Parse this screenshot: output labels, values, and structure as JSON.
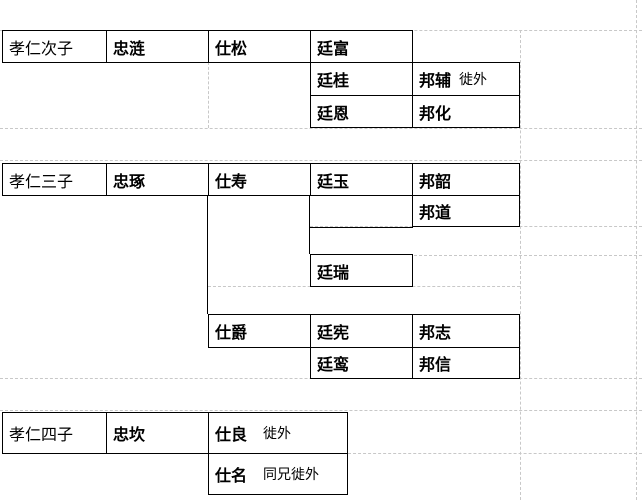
{
  "families": [
    {
      "father": "孝仁次子",
      "son": "忠涟",
      "grandson": "仕松",
      "lines": [
        {
          "name": "廷富",
          "children": []
        },
        {
          "name": "廷桂",
          "children": [
            {
              "name": "邦辅",
              "note": "徙外"
            }
          ]
        },
        {
          "name": "廷恩",
          "children": [
            {
              "name": "邦化",
              "note": ""
            }
          ]
        }
      ]
    },
    {
      "father": "孝仁三子",
      "son": "忠琢",
      "grandsons": [
        {
          "name": "仕寿",
          "lines": [
            {
              "name": "廷玉",
              "children": [
                {
                  "name": "邦韶"
                },
                {
                  "name": "邦道"
                }
              ]
            },
            {
              "name": "廷瑞",
              "children": []
            }
          ]
        },
        {
          "name": "仕爵",
          "lines": [
            {
              "name": "廷宪",
              "children": [
                {
                  "name": "邦志"
                }
              ]
            },
            {
              "name": "廷鸾",
              "children": [
                {
                  "name": "邦信"
                }
              ]
            }
          ]
        }
      ]
    },
    {
      "father": "孝仁四子",
      "son": "忠坎",
      "grandsons": [
        {
          "name": "仕良",
          "note": "徙外"
        },
        {
          "name": "仕名",
          "note": "同兄徙外"
        }
      ]
    }
  ]
}
